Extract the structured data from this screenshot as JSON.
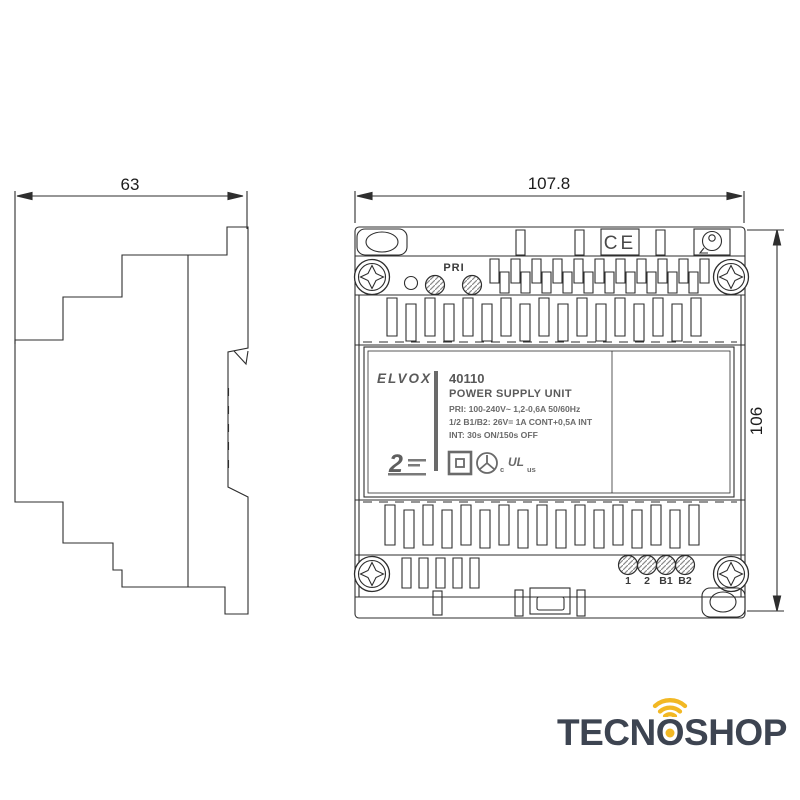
{
  "drawing": {
    "line_color": "#2e2e2e",
    "side_view": {
      "width_dim": "63"
    },
    "front_view": {
      "width_dim": "107.8",
      "height_dim": "106",
      "pri_label": "PRI",
      "ce_mark": "CE",
      "terminals": [
        "1",
        "2",
        "B1",
        "B2"
      ],
      "label": {
        "brand": "ELVOX",
        "model": "40110",
        "product_name": "POWER SUPPLY UNIT",
        "spec_line_1": "PRI: 100-240V~  1,2-0,6A  50/60Hz",
        "spec_line_2": "1/2  B1/B2: 26V=  1A  CONT+0,5A INT",
        "spec_line_3": "INT: 30s ON/150s  OFF",
        "system_mark": "2",
        "ul_prefix": "c",
        "ul_letters": "UL",
        "ul_suffix": "us"
      }
    }
  },
  "footer": {
    "logo_part_1": "TECN",
    "logo_part_o": "O",
    "logo_part_2": "SHOP",
    "accent_color": "#f2b824",
    "text_color": "#3d4451"
  }
}
